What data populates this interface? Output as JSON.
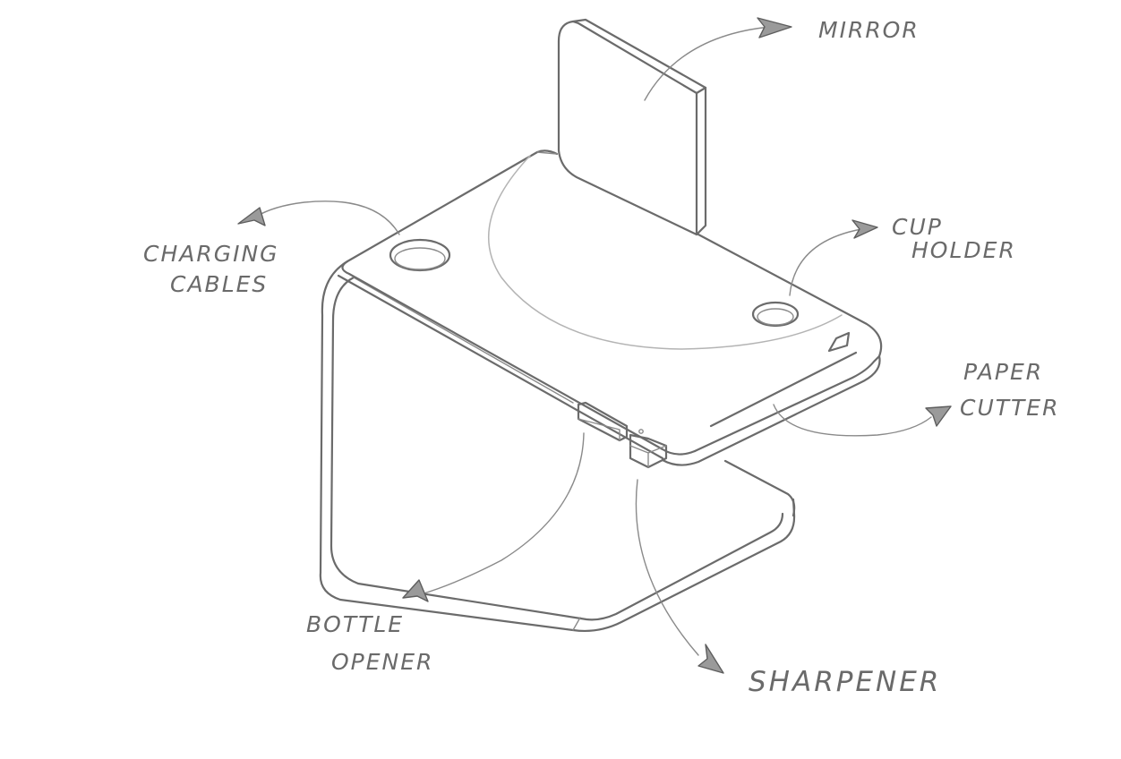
{
  "labels": {
    "mirror": "MIRROR",
    "cup_holder_line1": "CUP",
    "cup_holder_line2": "HOLDER",
    "charging_cables_line1": "CHARGING",
    "charging_cables_line2": "CABLES",
    "paper_cutter_line1": "PAPER",
    "paper_cutter_line2": "CUTTER",
    "bottle_opener_line1": "BOTTLE",
    "bottle_opener_line2": "OPENER",
    "sharpener": "SHARPENER"
  },
  "colors": {
    "pencil": "#6b6b6b",
    "background": "#ffffff"
  }
}
